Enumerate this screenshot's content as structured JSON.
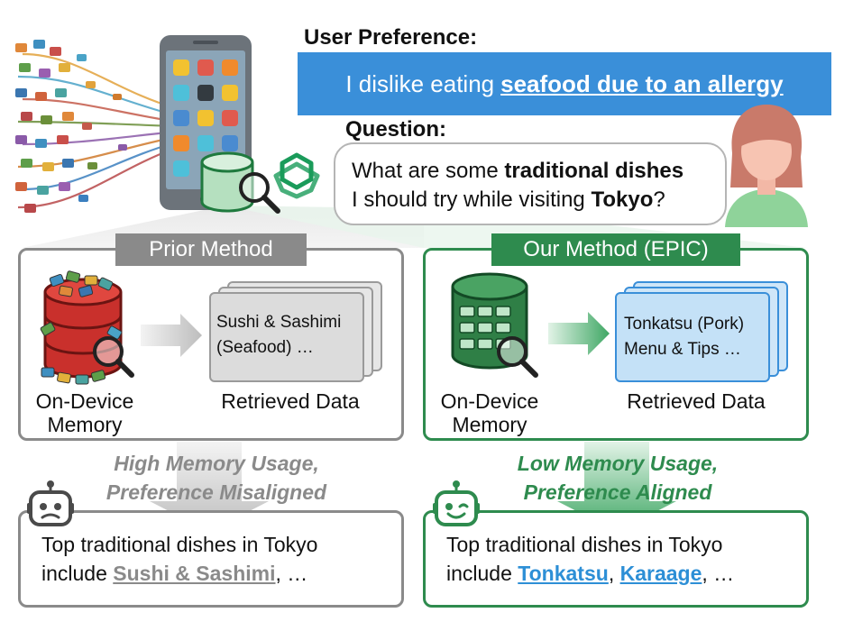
{
  "user_preference": {
    "header": "User Preference:",
    "text_prefix": "I dislike eating",
    "text_highlight": "seafood due to an allergy"
  },
  "question": {
    "header": "Question:",
    "line1_prefix": "What are some",
    "line1_bold": "traditional dishes",
    "line2_prefix": "I should try while visiting",
    "line2_bold": "Tokyo",
    "line2_suffix": "?"
  },
  "prior_method": {
    "title": "Prior Method",
    "memory_label_1": "On-Device",
    "memory_label_2": "Memory",
    "card_line1": "Sushi & Sashimi",
    "card_line2": "(Seafood) …",
    "retrieved_label": "Retrieved Data",
    "verdict_line1": "High Memory Usage,",
    "verdict_line2": "Preference Misaligned",
    "answer_line1": "Top traditional dishes in Tokyo",
    "answer_prefix": "include",
    "answer_item1": "Sushi & Sashimi",
    "answer_suffix": ", …"
  },
  "our_method": {
    "title": "Our Method (EPIC)",
    "memory_label_1": "On-Device",
    "memory_label_2": "Memory",
    "card_line1": "Tonkatsu (Pork)",
    "card_line2": "Menu & Tips …",
    "retrieved_label": "Retrieved Data",
    "verdict_line1": "Low Memory Usage,",
    "verdict_line2": "Preference Aligned",
    "answer_line1": "Top traditional dishes in Tokyo",
    "answer_prefix": "include",
    "answer_item1": "Tonkatsu",
    "answer_sep": ",",
    "answer_item2": "Karaage",
    "answer_suffix": ", …"
  },
  "colors": {
    "preference_blue": "#3a8fd9",
    "prior_gray": "#8a8a8a",
    "epic_green": "#2e8b4e",
    "verdict_green": "#2e8b4e",
    "link_blue": "#2d8fd6",
    "db_red": "#c9302c"
  },
  "icons": [
    "data-streams-icon",
    "smartphone-icon",
    "database-icon",
    "magnifier-icon",
    "openai-logo-icon",
    "user-avatar-icon",
    "robot-sad-icon",
    "robot-happy-icon",
    "arrow-right-icon",
    "arrow-down-icon"
  ]
}
